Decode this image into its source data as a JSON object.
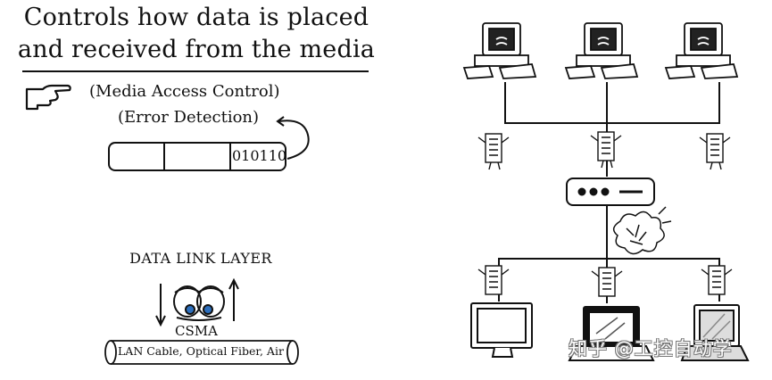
{
  "heading": {
    "line1": "Controls how data is placed",
    "line2": "and received from the media"
  },
  "labels": {
    "mac": "(Media Access Control)",
    "error": "(Error Detection)",
    "frame_bits": "010110",
    "layer": "DATA LINK LAYER",
    "csma": "CSMA",
    "medium": "LAN Cable, Optical Fiber, Air"
  },
  "watermark": "知乎 @工控自动学"
}
